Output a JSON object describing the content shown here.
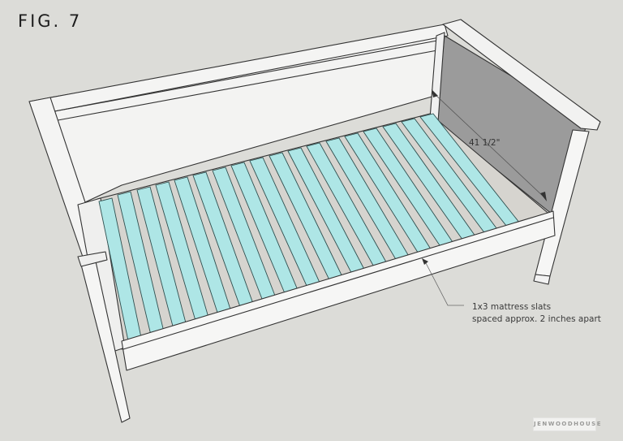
{
  "figure": {
    "title": "FIG. 7"
  },
  "dimensions": {
    "width_label": "41 1/2\""
  },
  "callout": {
    "line1": "1x3 mattress slats",
    "line2": "spaced approx. 2 inches apart"
  },
  "watermark": {
    "text": "JENWOODHOUSE"
  },
  "colors": {
    "background": "#dcdcd8",
    "frame": "#f4f4f3",
    "side_panel": "#999999",
    "slat": "#aee6e6",
    "floor_shadow": "#d4d2cd",
    "outline": "#333333"
  },
  "slats": {
    "count": 18
  }
}
